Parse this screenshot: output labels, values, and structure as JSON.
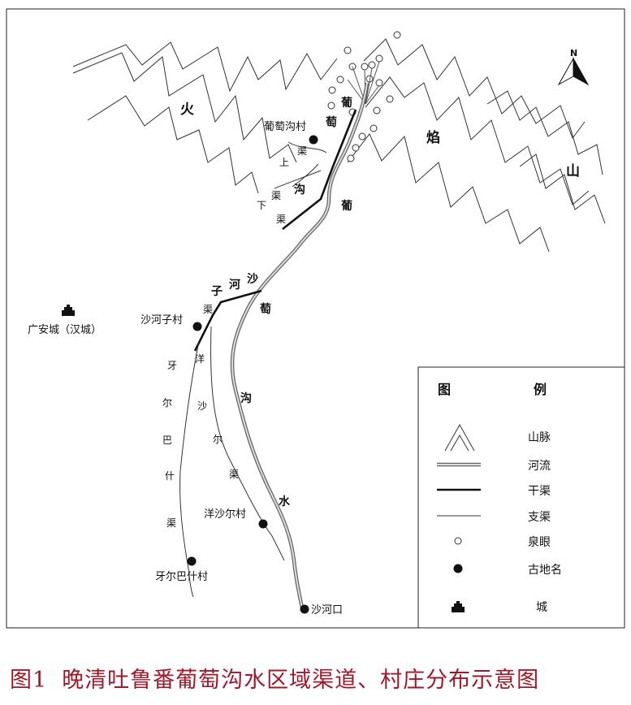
{
  "mountain": {
    "chars": [
      "火",
      "焰",
      "山"
    ]
  },
  "river": {
    "name_chars": [
      "葡",
      "萄",
      "沟",
      "葡",
      "萄",
      "沟",
      "水"
    ],
    "shahe_chars": [
      "沙",
      "河",
      "子"
    ]
  },
  "canals": {
    "main_chars": [
      "渠"
    ],
    "upper_chars": [
      "上",
      "渠"
    ],
    "lower_chars": [
      "下",
      "渠"
    ],
    "shahezi_chars": [
      "渠"
    ],
    "yangshaer_chars": [
      "洋",
      "沙",
      "尔",
      "渠"
    ],
    "yaerbashi_chars": [
      "牙",
      "尔",
      "巴",
      "什",
      "渠"
    ]
  },
  "places": {
    "putaogou_village": "葡萄沟村",
    "shahezi_village": "沙河子村",
    "guangan_city": "广安城（汉城）",
    "yangshaer_village": "洋沙尔村",
    "yaerbashi_village": "牙尔巴什村",
    "shahekou": "沙河口"
  },
  "north_arrow": {
    "label": "N"
  },
  "legend": {
    "title_left": "图",
    "title_right": "例",
    "items": [
      {
        "label": "山脉",
        "symbol": "mountain-icon"
      },
      {
        "label": "河流",
        "symbol": "river-icon"
      },
      {
        "label": "干渠",
        "symbol": "main-canal-icon"
      },
      {
        "label": "支渠",
        "symbol": "branch-canal-icon"
      },
      {
        "label": "泉眼",
        "symbol": "spring-icon"
      },
      {
        "label": "古地名",
        "symbol": "old-place-icon"
      },
      {
        "label": "城",
        "symbol": "city-icon"
      }
    ]
  },
  "caption": {
    "number": "图1",
    "title": "晚清吐鲁番葡萄沟水区域渠道、村庄分布示意图"
  },
  "colors": {
    "caption": "#a0182a",
    "river": "#777777",
    "line": "#111111"
  }
}
